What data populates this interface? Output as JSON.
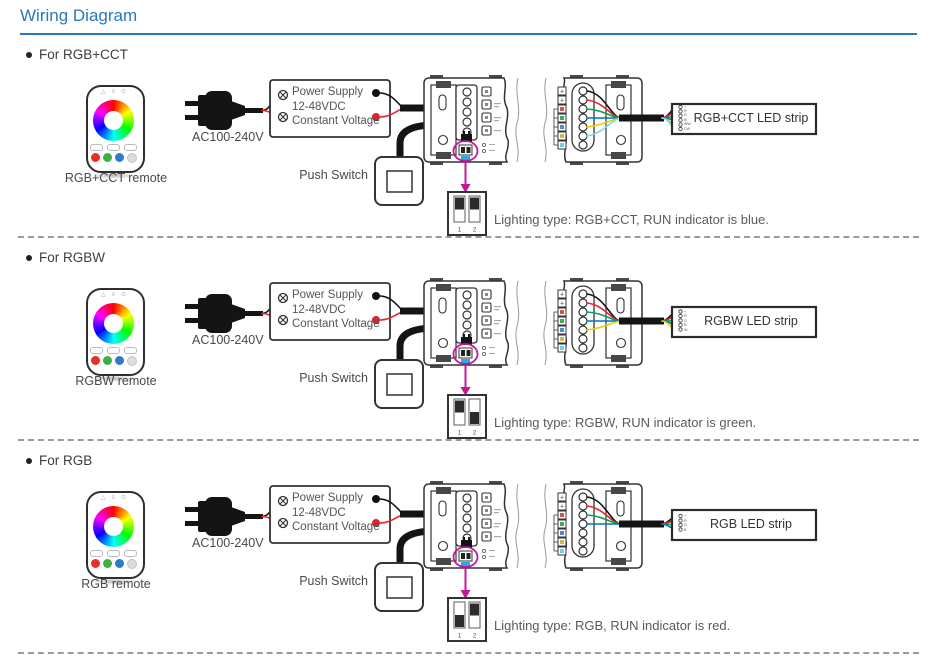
{
  "header": {
    "title": "Wiring Diagram"
  },
  "shared": {
    "plug_label": "AC100-240V",
    "psu_line1": "Power Supply",
    "psu_line2": "12-48VDC",
    "psu_line3": "Constant Voltage",
    "push_switch_label": "Push Switch",
    "dip_sw1": "1",
    "dip_sw2": "2",
    "plus": "+"
  },
  "colors": {
    "accent_blue": "#2878be",
    "wire_black": "#141414",
    "wire_red": "#e8232a",
    "wire_green": "#00a650",
    "wire_blue": "#0072bc",
    "wire_yellow": "#eecb00",
    "wire_cool_white": "#7fd4f2",
    "highlight_magenta": "#c2189b",
    "board_blue": "#29abe2"
  },
  "sections": [
    {
      "heading": "For RGB+CCT",
      "remote_label": "RGB+CCT remote",
      "strip_label": "RGB+CCT LED strip",
      "pins": [
        "+",
        "R",
        "G",
        "B",
        "WW",
        "CW"
      ],
      "dip_positions": {
        "sw1": "up",
        "sw2": "up"
      },
      "note": "Lighting type: RGB+CCT, RUN indicator is blue."
    },
    {
      "heading": "For RGBW",
      "remote_label": "RGBW remote",
      "strip_label": "RGBW LED strip",
      "pins": [
        "+",
        "R",
        "G",
        "B",
        "W"
      ],
      "dip_positions": {
        "sw1": "up",
        "sw2": "down"
      },
      "note": "Lighting type: RGBW, RUN indicator is green."
    },
    {
      "heading": "For RGB",
      "remote_label": "RGB remote",
      "strip_label": "RGB LED strip",
      "pins": [
        "+",
        "R",
        "G",
        "B"
      ],
      "dip_positions": {
        "sw1": "down",
        "sw2": "up"
      },
      "note": "Lighting type: RGB, RUN indicator is red."
    }
  ]
}
